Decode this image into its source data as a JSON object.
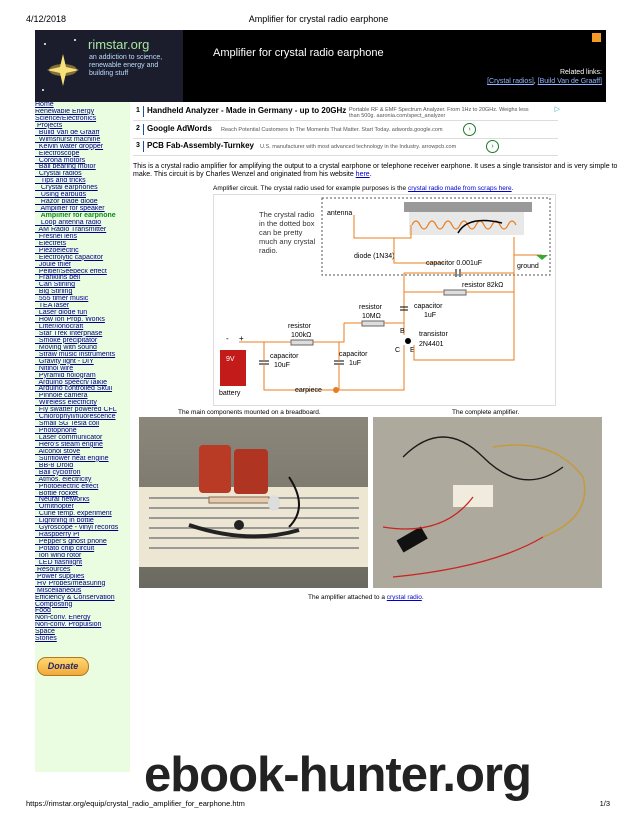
{
  "print_header": {
    "date": "4/12/2018",
    "title": "Amplifier for crystal radio earphone"
  },
  "banner": {
    "site": "rimstar.org",
    "tagline": [
      "an addiction to science,",
      "renewable energy and",
      "building stuff"
    ],
    "page_title": "Amplifier for crystal radio earphone",
    "related_label": "Related links:",
    "related_links": [
      "[Crystal radios]",
      "[Build Van de Graaff]"
    ]
  },
  "sidebar": {
    "items": [
      {
        "label": "Home"
      },
      {
        "label": "Renewable Energy"
      },
      {
        "label": "Science/Electronics"
      },
      {
        "label": " Projects"
      },
      {
        "label": "  Build Van de Graaff"
      },
      {
        "label": "  Wimshurst machine"
      },
      {
        "label": "  Kelvin water dropper"
      },
      {
        "label": "  Electroscope"
      },
      {
        "label": "  Corona motors"
      },
      {
        "label": "  Ball bearing motor"
      },
      {
        "label": "  Crystal radios"
      },
      {
        "label": "   Tips and tricks"
      },
      {
        "label": "   Crystal earphones"
      },
      {
        "label": "   Using earbuds"
      },
      {
        "label": "   Razor blade diode"
      },
      {
        "label": "   Amplifier for speaker"
      },
      {
        "label": "   Amplifier for earphone",
        "current": true
      },
      {
        "label": "   Loop antenna radio"
      },
      {
        "label": "  AM Radio Transmitter"
      },
      {
        "label": "  Fresnel lens"
      },
      {
        "label": "  Electrets"
      },
      {
        "label": "  Piezoelectric"
      },
      {
        "label": "  Electrolytic capacitor"
      },
      {
        "label": "  Joule thief"
      },
      {
        "label": "  Peltier/Seebeck effect"
      },
      {
        "label": "  Franklins bell"
      },
      {
        "label": "  Can Stirling"
      },
      {
        "label": "  Big Stirling"
      },
      {
        "label": "  555 timer music"
      },
      {
        "label": "  TEA laser"
      },
      {
        "label": "  Laser diode fun"
      },
      {
        "label": "  How Ion Prop. Works"
      },
      {
        "label": "  Lifter/ionocraft"
      },
      {
        "label": "  Star Trek Interphase"
      },
      {
        "label": "  Smoke precipitator"
      },
      {
        "label": "  Moving with sound"
      },
      {
        "label": "  Straw music instruments"
      },
      {
        "label": "  Gravity light - DIY"
      },
      {
        "label": "  Nitinol wire"
      },
      {
        "label": "  Pyramid hologram"
      },
      {
        "label": "  Arduino speech/Talkie"
      },
      {
        "label": "  Arduino controlled Skull"
      },
      {
        "label": "  Pinhole camera"
      },
      {
        "label": "  Wireless electricity"
      },
      {
        "label": "  Fly swatter powered CFL"
      },
      {
        "label": "  Chlorophyll/fluorescence"
      },
      {
        "label": "  Small SG Tesla coil"
      },
      {
        "label": "  Photophone"
      },
      {
        "label": "  Laser communicator"
      },
      {
        "label": "  Hero's steam engine"
      },
      {
        "label": "  Alcohol stove"
      },
      {
        "label": "  Sunflower heat engine"
      },
      {
        "label": "  BB-8 Droid"
      },
      {
        "label": "  Ball cyclotron"
      },
      {
        "label": "  Atmos. electricity"
      },
      {
        "label": "  Photoelectric effect"
      },
      {
        "label": "  Bottle rocket"
      },
      {
        "label": "  Neural networks"
      },
      {
        "label": "  Ornithopter"
      },
      {
        "label": "  Curie temp. experiment"
      },
      {
        "label": "  Lightning in bottle"
      },
      {
        "label": "  Gyroscope - vinyl records"
      },
      {
        "label": "  Raspberry Pi"
      },
      {
        "label": "  Pepper's ghost phone"
      },
      {
        "label": "  Potato chip circuit"
      },
      {
        "label": "  Ion wind rotor"
      },
      {
        "label": "  LED flashlight"
      },
      {
        "label": " Resources"
      },
      {
        "label": " Power supplies"
      },
      {
        "label": " HV Probes/measuring"
      },
      {
        "label": " Miscellaneous"
      },
      {
        "label": "Efficiency & Conservation"
      },
      {
        "label": "Composting"
      },
      {
        "label": "Food"
      },
      {
        "label": "Non-conv. Energy"
      },
      {
        "label": "Non-conv. Propulsion"
      },
      {
        "label": "Space"
      },
      {
        "label": "Stories"
      }
    ],
    "donate": "Donate"
  },
  "ads": [
    {
      "num": "1",
      "title": "Handheld Analyzer - Made in Germany - up to 20GHz",
      "desc": "Portable RF & EMF Spectrum Analyzer. From 1Hz to 20GHz. Weighs less than 500g. aaronia.com/spect_analyzer"
    },
    {
      "num": "2",
      "title": "Google AdWords",
      "desc": "Reach Potential Customers In The Moments That Matter. Start Today. adwords.google.com"
    },
    {
      "num": "3",
      "title": "PCB Fab-Assembly-Turnkey",
      "desc": "U.S. manufacturer with most advanced technology in the Industry. arrowpcb.com"
    }
  ],
  "intro": {
    "text1": "This is a crystal radio amplifier for amplifying the output to a crystal earphone or telephone receiver earphone. It uses a single transistor and is very simple to make. This circuit is by Charles Wenzel and originated from his website ",
    "link": "here",
    "text2": "."
  },
  "figure1": {
    "caption": "Amplifier circuit. The crystal radio used for example purposes is the ",
    "caption_link": "crystal radio made from scraps here",
    "caption_end": ".",
    "note": [
      "The crystal radio",
      "in the dotted box",
      "can be pretty",
      "much any crystal",
      "radio."
    ],
    "labels": {
      "antenna": "antenna",
      "ground": "ground",
      "diode": "diode (1N34)",
      "cap1": "capacitor 0.001uF",
      "res1": "resistor 82kΩ",
      "cap2a": "capacitor",
      "cap2b": "1uF",
      "res2a": "resistor",
      "res2b": "10MΩ",
      "res3a": "resistor",
      "res3b": "100kΩ",
      "trans": "transistor",
      "trans_part": "2N4401",
      "cap3a": "capacitor",
      "cap3b": "10uF",
      "cap4a": "capacitor",
      "cap4b": "1uF",
      "earpiece": "earpiece",
      "battery": "battery",
      "volt": "9V",
      "B": "B",
      "C": "C",
      "E": "E",
      "minus": "-",
      "plus": "+"
    }
  },
  "photos": {
    "left_caption": "The main components mounted on a breadboard.",
    "right_caption": "The complete amplifier.",
    "bottom_caption": "The amplifier attached to a ",
    "bottom_link": "crystal radio",
    "bottom_end": "."
  },
  "footer": {
    "url": "https://rimstar.org/equip/crystal_radio_amplifier_for_earphone.htm",
    "page": "1/3"
  },
  "watermark": "ebook-hunter.org"
}
